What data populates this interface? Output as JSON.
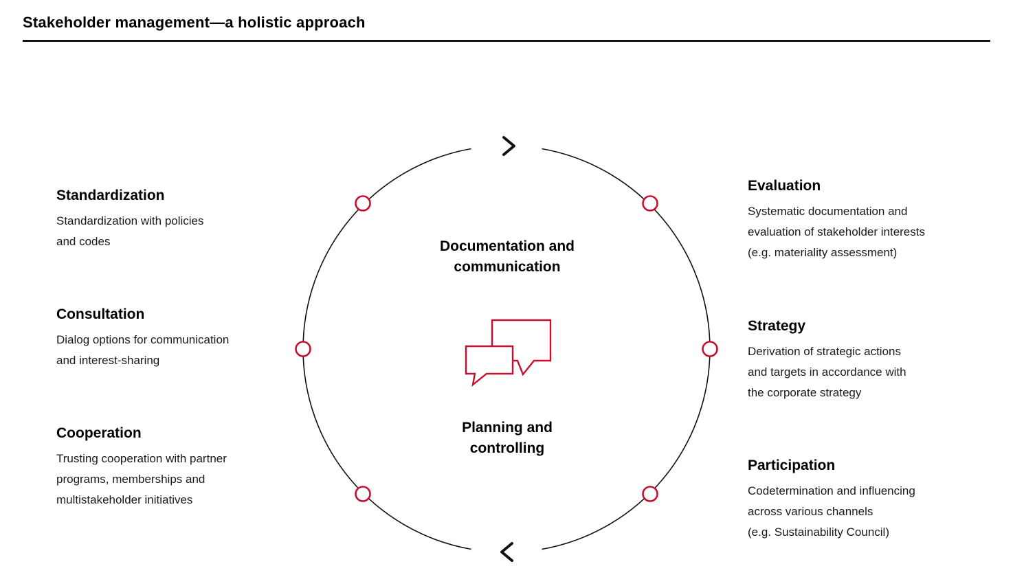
{
  "title": "Stakeholder management—a holistic approach",
  "colors": {
    "accent_red": "#c8102e",
    "line_black": "#111111"
  },
  "circle": {
    "top_label_lines": [
      "Documentation and",
      "communication"
    ],
    "bottom_label_lines": [
      "Planning and",
      "controlling"
    ],
    "icons": {
      "center": "speech-bubbles-icon",
      "flow_top": "chevron-right-icon",
      "flow_bottom": "chevron-left-icon",
      "nodes": "circle-node-icon"
    }
  },
  "left_items": [
    {
      "heading": "Standardization",
      "lines": [
        "Standardization with policies",
        "and codes"
      ]
    },
    {
      "heading": "Consultation",
      "lines": [
        "Dialog options for communication",
        "and interest-sharing"
      ]
    },
    {
      "heading": "Cooperation",
      "lines": [
        "Trusting cooperation with partner",
        "programs, memberships and",
        "multistakeholder initiatives"
      ]
    }
  ],
  "right_items": [
    {
      "heading": "Evaluation",
      "lines": [
        "Systematic documentation and",
        "evaluation of stakeholder interests",
        "(e.g. materiality assessment)"
      ]
    },
    {
      "heading": "Strategy",
      "lines": [
        "Derivation of strategic actions",
        "and targets in accordance with",
        "the corporate strategy"
      ]
    },
    {
      "heading": "Participation",
      "lines": [
        "Codetermination and influencing",
        "across various channels",
        "(e.g. Sustainability Council)"
      ]
    }
  ]
}
